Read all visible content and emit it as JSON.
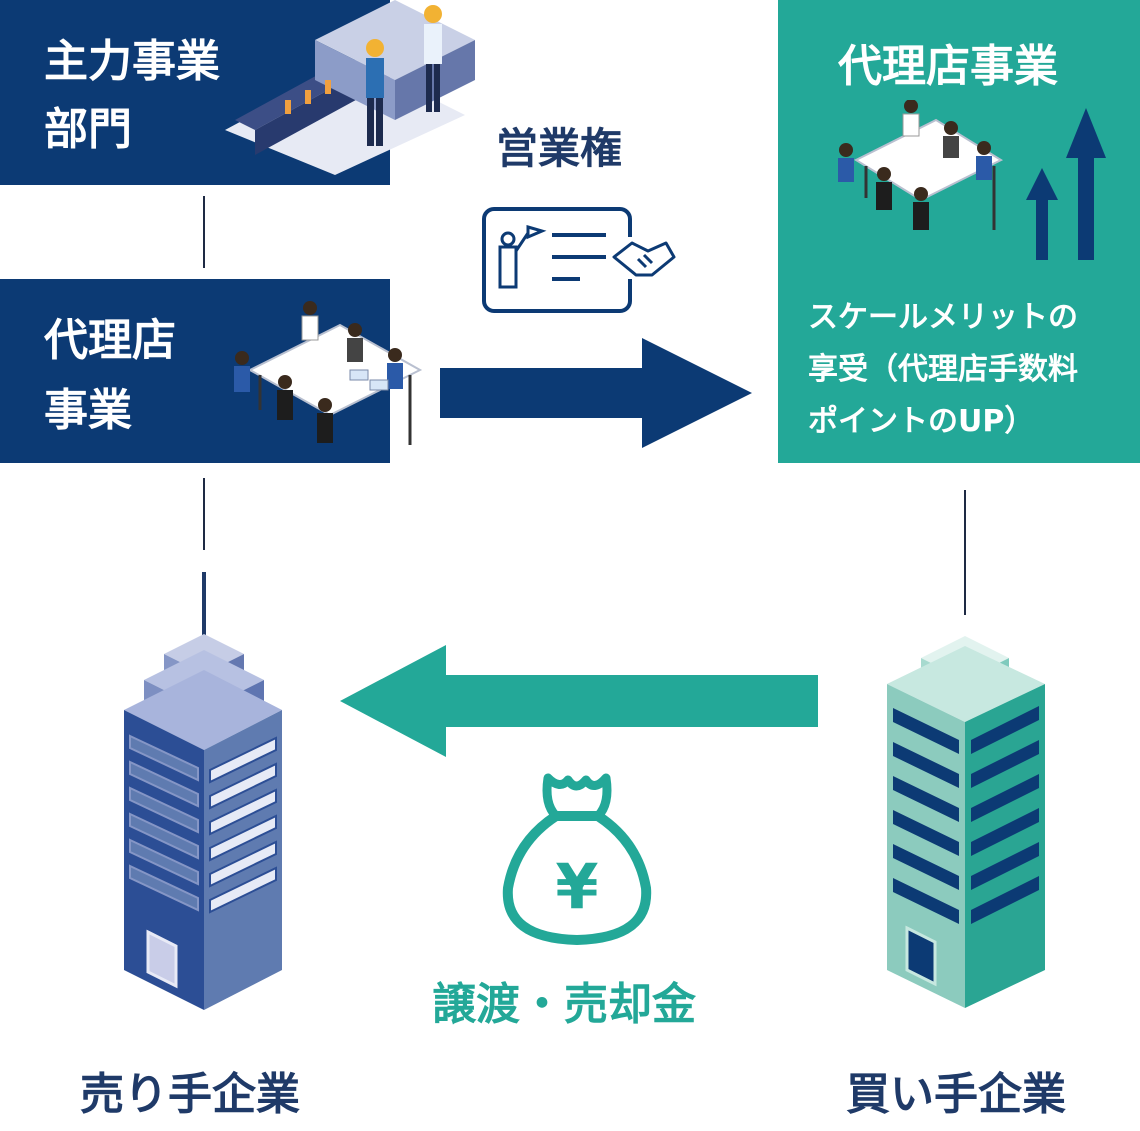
{
  "colors": {
    "navy": "#0c3a74",
    "teal": "#23a898",
    "white": "#ffffff",
    "dark_text": "#1f3a68",
    "building_blue": "#5f7bb0",
    "building_teal": "#7fcabd"
  },
  "boxes": {
    "main_business": {
      "label": "主力事業\n部門"
    },
    "agency_business_seller": {
      "label": "代理店\n事業"
    },
    "agency_business_buyer": {
      "title": "代理店事業",
      "description": "スケールメリットの\n享受（代理店手数料\nポイントのUP）"
    }
  },
  "labels": {
    "business_rights": "営業権",
    "transfer_payment": "譲渡・売却金",
    "seller_company": "売り手企業",
    "buyer_company": "買い手企業"
  },
  "icons": {
    "license_card": "license-handshake-icon",
    "money_bag": "yen-money-bag-icon",
    "growth_arrows": "growth-arrows-icon",
    "currency_symbol": "¥"
  }
}
